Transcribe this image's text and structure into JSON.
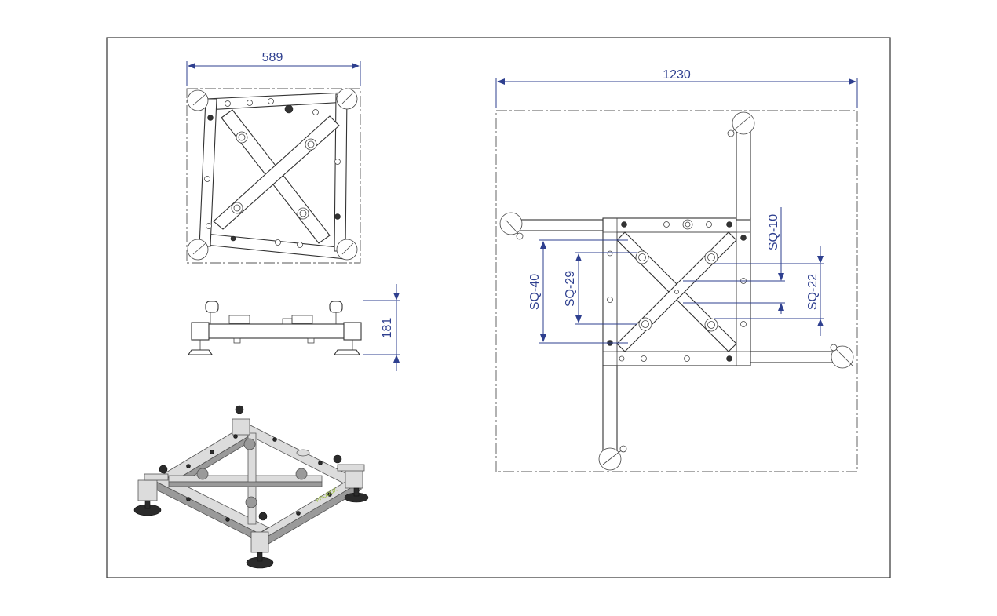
{
  "drawing": {
    "top_view": {
      "width_label": "589"
    },
    "side_view": {
      "height_label": "181"
    },
    "plan_view": {
      "width_label": "1230",
      "sq_labels": {
        "sq40": "SQ-40",
        "sq29": "SQ-29",
        "sq10": "SQ-10",
        "sq22": "SQ-22"
      }
    },
    "iso_view": {
      "logo_text": "PRODUX"
    }
  },
  "colors": {
    "dimension": "#2e3f8f",
    "line": "#333333",
    "logo": "#9bbf3a"
  }
}
